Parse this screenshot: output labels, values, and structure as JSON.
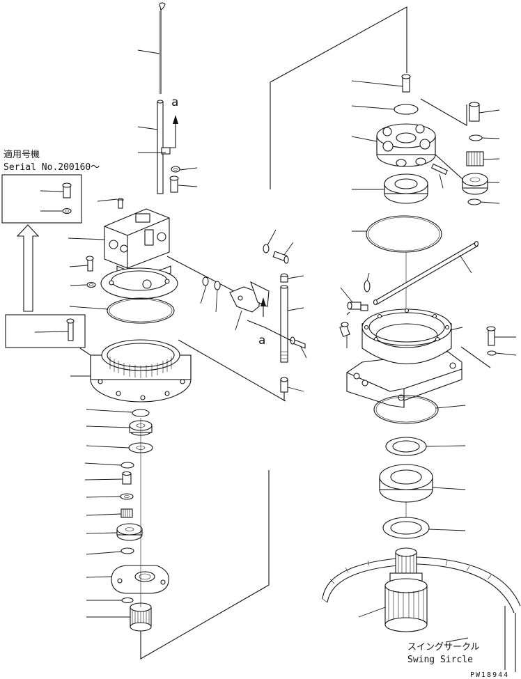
{
  "labels": {
    "applicable_jp": "適用号機",
    "serial": "Serial No.200160～",
    "marker_a_top": "a",
    "marker_a_mid": "a",
    "swing_circle_jp": "スイングサークル",
    "swing_circle_en": "Swing Sircle",
    "drawing_code": "PW18944"
  }
}
